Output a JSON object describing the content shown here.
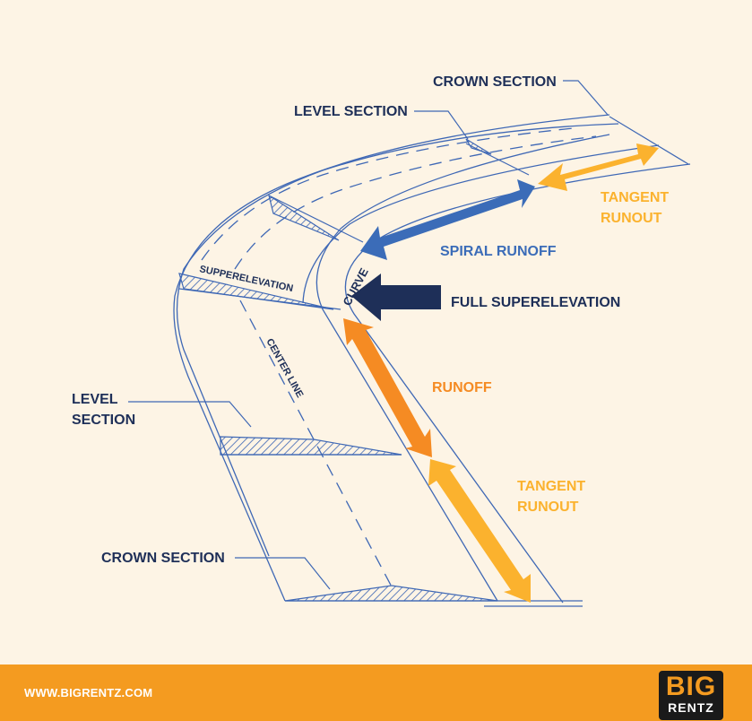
{
  "labels": {
    "crown_section_top": "CROWN SECTION",
    "level_section_top": "LEVEL SECTION",
    "tangent_top": "TANGENT",
    "runout_top": "RUNOUT",
    "spiral_runoff": "SPIRAL RUNOFF",
    "full_superelevation": "FULL SUPERELEVATION",
    "supperelevation": "SUPPERELEVATION",
    "curve": "CURVE",
    "center_line": "CENTER LINE",
    "runoff": "RUNOFF",
    "level": "LEVEL",
    "section": "SECTION",
    "tangent_bottom": "TANGENT",
    "runout_bottom": "RUNOUT",
    "crown_section_bottom": "CROWN SECTION"
  },
  "footer": {
    "url": "WWW.BIGRENTZ.COM",
    "logo_top": "BIG",
    "logo_bottom": "RENTZ"
  },
  "colors": {
    "background": "#fdf4e5",
    "line_blue": "#3f68b5",
    "navy": "#1e2f58",
    "spiral_blue": "#3b6cb8",
    "orange": "#f58b23",
    "yellow": "#fbb22e",
    "footer": "#f49b20"
  }
}
